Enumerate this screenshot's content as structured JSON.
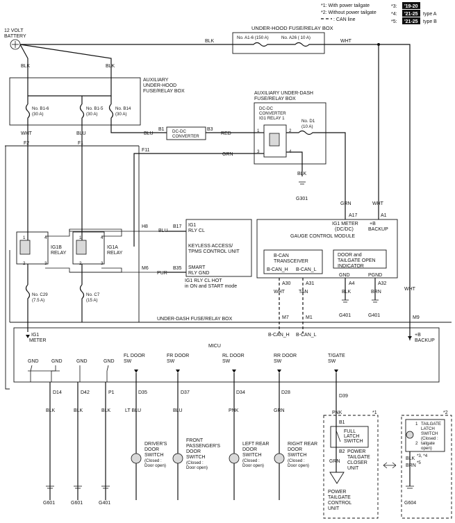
{
  "legend": {
    "note1": "*1: With power tailgate",
    "note2": "*2: Without power tailgate",
    "note_can": ": CAN line",
    "note3_key": "*3:",
    "note3_val": "'19-20",
    "note4_key": "*4:",
    "note4_val": "'21-25",
    "note4_type": "type A",
    "note5_key": "*5:",
    "note5_val": "'21-25",
    "note5_type": "type B"
  },
  "battery": {
    "line1": "12 VOLT",
    "line2": "BATTERY"
  },
  "under_hood_box": {
    "title": "UNDER-HOOD FUSE/RELAY BOX",
    "fuse_a16": "No. A1-6 (150 A)",
    "fuse_a26": "No. A26 ( 10 A)"
  },
  "aux_under_hood": {
    "title1": "AUXILIARY",
    "title2": "UNDER-HOOD",
    "title3": "FUSE/RELAY BOX",
    "fuse_b16_1": "No. B1-6",
    "fuse_b16_2": "(30 A)",
    "fuse_b15_1": "No. B1-5",
    "fuse_b15_2": "(30 A)",
    "fuse_b14_1": "No. B14",
    "fuse_b14_2": "(30 A)"
  },
  "aux_under_dash": {
    "title1": "AUXILIARY UNDER-DASH",
    "title2": "FUSE/RELAY BOX",
    "relay1": "DC-DC",
    "relay2": "CONVERTER",
    "relay3": "IG1 RELAY 1",
    "fuse_d1_1": "No. D1",
    "fuse_d1_2": "(10 A)"
  },
  "converter": {
    "line1": "DC-DC",
    "line2": "CONVERTER",
    "pin_in": "B1",
    "pin_out": "B3"
  },
  "wires": {
    "blk": "BLK",
    "wht": "WHT",
    "blu": "BLU",
    "red": "RED",
    "grn": "GRN",
    "pur": "PUR",
    "tan": "TAN",
    "ltblu": "LT BLU",
    "pnk": "PNK",
    "brn": "BRN"
  },
  "pins": {
    "f2": "F2",
    "f1": "F1",
    "f11": "F11",
    "h8": "H8",
    "m6": "M6",
    "b17": "B17",
    "b35": "B35",
    "a17": "A17",
    "a1": "A1",
    "a30": "A30",
    "a31": "A31",
    "a4": "A4",
    "a32": "A32",
    "m7": "M7",
    "m1": "M1",
    "m9": "M9",
    "d14": "D14",
    "d42": "D42",
    "p1": "P1",
    "d35": "D35",
    "d37": "D37",
    "d34": "D34",
    "d28": "D28",
    "d39": "D39",
    "b1": "B1",
    "b2": "B2",
    "p1_num": "1",
    "p2_num": "2",
    "p3_num": "3",
    "p4_num": "4"
  },
  "grounds": {
    "g301": "G301",
    "g401a": "G401",
    "g401b": "G401",
    "g601a": "G601",
    "g601b": "G601",
    "g401c": "G401",
    "g604": "G604"
  },
  "relays": {
    "ig1b_1": "IG1B",
    "ig1b_2": "RELAY",
    "ig1a_1": "IG1A",
    "ig1a_2": "RELAY"
  },
  "fuses_dash": {
    "c29_1": "No. C29",
    "c29_2": "(7.5 A)",
    "c7_1": "No. C7",
    "c7_2": "(15 A)"
  },
  "keyless": {
    "pin_b17_1": "IG1",
    "pin_b17_2": "RLY CL",
    "title1": "KEYLESS ACCESS/",
    "title2": "TPMS CONTROL UNIT",
    "pin_b35_1": "SMART",
    "pin_b35_2": "RLY GND",
    "note1": "IG1 RLY CL HOT",
    "note2": "in ON and START mode"
  },
  "gauge": {
    "pin_a17_1": "IG1 METER",
    "pin_a17_2": "(DC/DC)",
    "pin_a1_1": "+B",
    "pin_a1_2": "BACKUP",
    "title": "GAUGE CONTROL MODULE",
    "bcan1": "B-CAN",
    "bcan2": "TRANSCEIVER",
    "bcan_h": "B-CAN_H",
    "bcan_l": "B-CAN_L",
    "ind1": "DOOR and",
    "ind2": "TAILGATE OPEN",
    "ind3": "INDICATOR",
    "gnd": "GND",
    "pgnd": "PGND"
  },
  "under_dash_box": {
    "title": "UNDER-DASH FUSE/RELAY BOX"
  },
  "micu": {
    "title": "MICU",
    "ig1meter_1": "IG1",
    "ig1meter_2": "METER",
    "backup_1": "+B",
    "backup_2": "BACKUP",
    "bcan_h": "B-CAN_H",
    "bcan_l": "B-CAN_L",
    "gnd1": "GND",
    "gnd2": "GND",
    "gnd3": "GND",
    "gnd4": "GND",
    "fl_1": "FL DOOR",
    "fl_2": "SW",
    "fr_1": "FR DOOR",
    "fr_2": "SW",
    "rl_1": "RL DOOR",
    "rl_2": "SW",
    "rr_1": "RR DOOR",
    "rr_2": "SW",
    "tg_1": "T/GATE",
    "tg_2": "SW"
  },
  "switches": {
    "drv_1": "DRIVER'S",
    "drv_2": "DOOR",
    "drv_3": "SWITCH",
    "drv_4": "(Closed :",
    "drv_5": "Door open)",
    "fp_1": "FRONT",
    "fp_2": "PASSENGER'S",
    "fp_3": "DOOR",
    "fp_4": "SWITCH",
    "fp_5": "(Closed :",
    "fp_6": "Door open)",
    "lr_1": "LEFT REAR",
    "lr_2": "DOOR",
    "lr_3": "SWITCH",
    "lr_4": "(Closed :",
    "lr_5": "Door open)",
    "rr_1": "RIGHT REAR",
    "rr_2": "DOOR",
    "rr_3": "SWITCH",
    "rr_4": "(Closed :",
    "rr_5": "Door open)"
  },
  "power_tailgate": {
    "mark": "*1",
    "full_1": "FULL",
    "full_2": "LATCH",
    "full_3": "SWITCH",
    "closer_1": "POWER",
    "closer_2": "TAILGATE",
    "closer_3": "CLOSER",
    "closer_4": "UNIT",
    "ctrl_1": "POWER",
    "ctrl_2": "TAILGATE",
    "ctrl_3": "CONTROL",
    "ctrl_4": "UNIT"
  },
  "no_power_tailgate": {
    "mark": "*2",
    "latch_1": "TAILGATE",
    "latch_2": "LATCH",
    "latch_3": "SWITCH",
    "latch_4": "(Closed :",
    "latch_5": "tailgate",
    "latch_6": "open)",
    "wire1": "BLK",
    "wire1_sup": "*3, *4",
    "wire2": "BRN",
    "wire2_sup": "*5"
  }
}
